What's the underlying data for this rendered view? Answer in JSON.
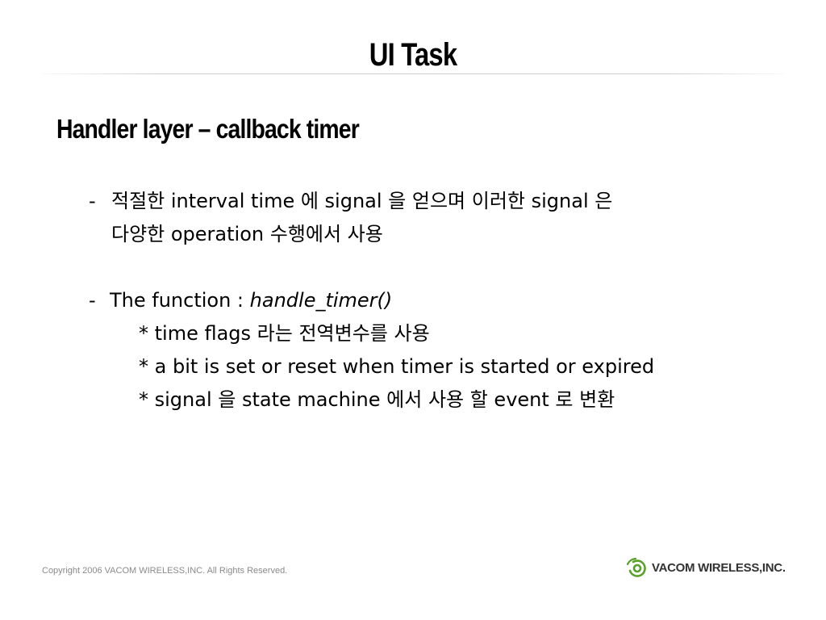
{
  "slide": {
    "title": "UI Task",
    "subtitle": "Handler layer – callback timer",
    "bullet1": {
      "dash": "-",
      "line1": "적절한 interval time 에 signal 을 얻으며 이러한 signal 은",
      "line2": "다양한 operation 수행에서 사용"
    },
    "bullet2": {
      "dash": "-",
      "prefix": "The function : ",
      "function_name": "handle_timer()",
      "subitems": [
        "* time flags 라는 전역변수를 사용",
        "* a bit is set or reset when timer is started or expired",
        "* signal 을 state machine 에서 사용 할 event 로 변환"
      ]
    }
  },
  "footer": {
    "copyright": "Copyright 2006 VACOM WIRELESS,INC. All Rights Reserved.",
    "logo_text": "VACOM WIRELESS,INC.",
    "logo_icon": "vacom-swirl-logo",
    "logo_color": "#5aa02c"
  }
}
